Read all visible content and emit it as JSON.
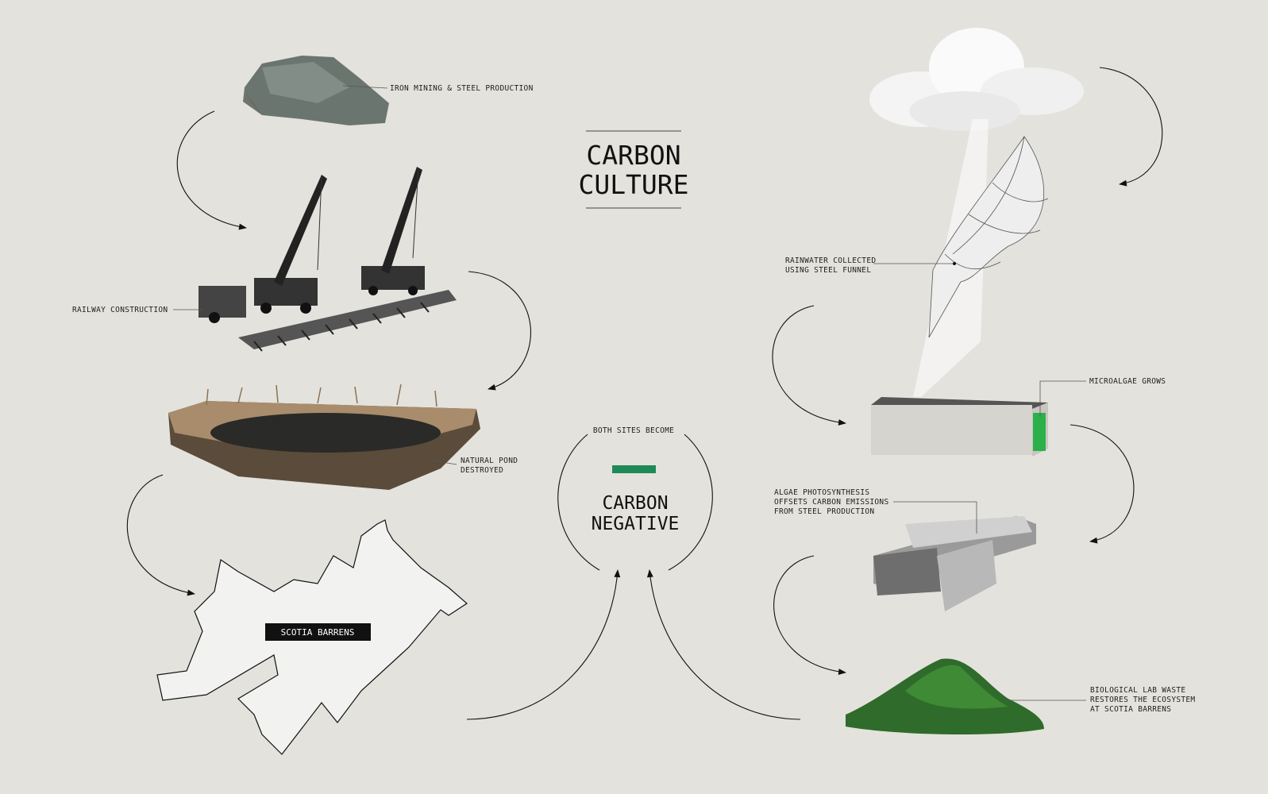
{
  "title": {
    "line1": "CARBON",
    "line2": "CULTURE"
  },
  "center": {
    "top_label": "BOTH SITES BECOME",
    "line1": "CARBON",
    "line2": "NEGATIVE",
    "accent": "#1f8a57"
  },
  "left_labels": {
    "iron": "IRON MINING & STEEL PRODUCTION",
    "railway": "RAILWAY CONSTRUCTION",
    "pond1": "NATURAL POND",
    "pond2": "DESTROYED",
    "map_tag": "SCOTIA BARRENS"
  },
  "right_labels": {
    "rain1": "RAINWATER COLLECTED",
    "rain2": "USING STEEL FUNNEL",
    "algae": "MICROALGAE GROWS",
    "photo1": "ALGAE PHOTOSYNTHESIS",
    "photo2": "OFFSETS CARBON EMISSIONS",
    "photo3": "FROM STEEL PRODUCTION",
    "waste1": "BIOLOGICAL LAB WASTE",
    "waste2": "RESTORES THE ECOSYSTEM",
    "waste3": "AT SCOTIA BARRENS"
  }
}
